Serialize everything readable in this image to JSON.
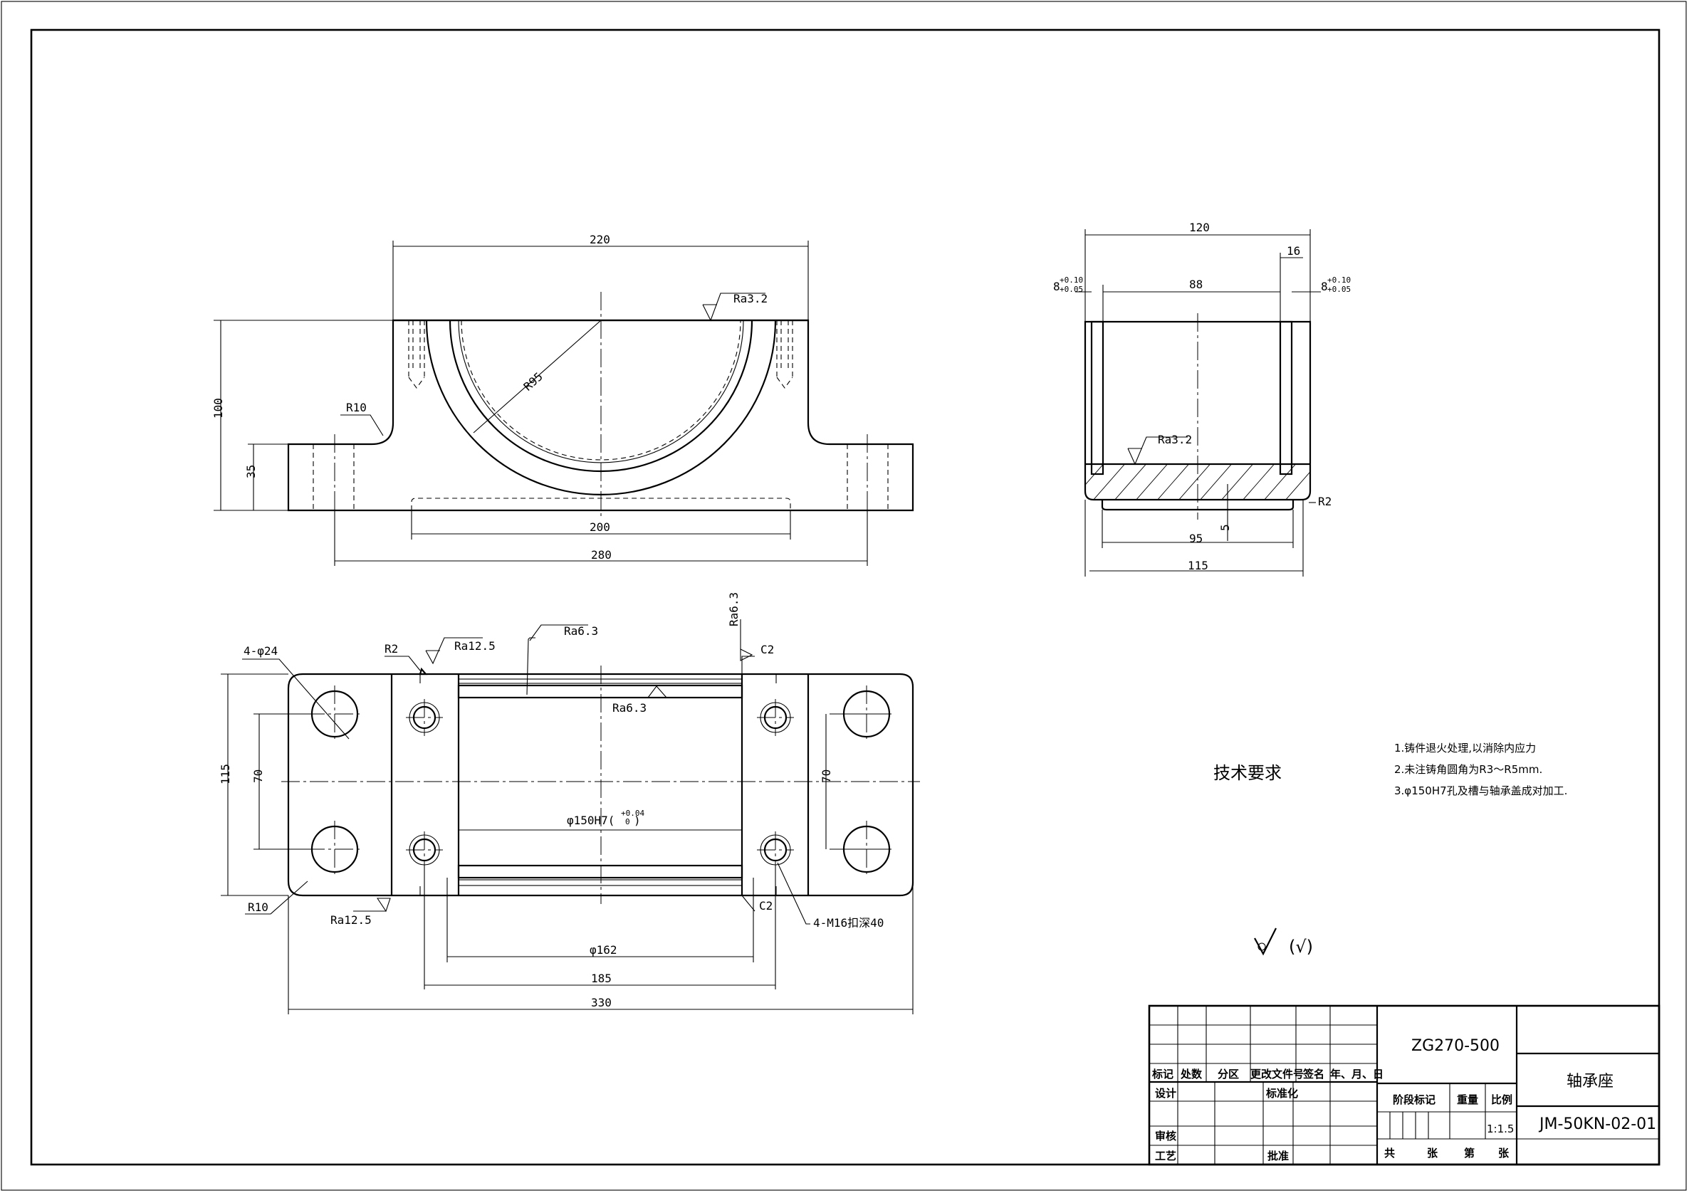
{
  "front_view": {
    "dim_width_top": "220",
    "dim_height": "100",
    "dim_base_height": "35",
    "dim_bottom_relief": "200",
    "dim_hole_spacing": "280",
    "radius_bore": "R95",
    "radius_fillet": "R10",
    "roughness_top": "Ra3.2"
  },
  "side_view": {
    "dim_total_width": "120",
    "dim_groove_width": "16",
    "dim_inner": "88",
    "dim_groove_depth_main": "8",
    "dim_groove_tol_upper": "+0.10",
    "dim_groove_tol_lower": "+0.05",
    "dim_base": "115",
    "dim_relief": "95",
    "dim_relief_depth": "5",
    "radius_corner": "R2",
    "roughness": "Ra3.2"
  },
  "top_view": {
    "dim_bolt_holes": "4-φ24",
    "dim_overall_width": "115",
    "dim_hole_spacing_left": "70",
    "dim_hole_spacing_right": "70",
    "dim_bore_main": "φ150H7(",
    "dim_bore_tol_upper": "+0.04",
    "dim_bore_tol_lower": "0",
    "dim_bore_close": ")",
    "dim_outer_bore": "φ162",
    "dim_thread_span": "185",
    "dim_overall_length": "330",
    "radius_r2": "R2",
    "radius_r10": "R10",
    "chamfer_top": "C2",
    "chamfer_bottom": "C2",
    "thread_holes": "4-M16扣深40",
    "roughness_a": "Ra12.5",
    "roughness_b": "Ra6.3",
    "roughness_c": "Ra6.3",
    "roughness_d": "Ra6.3",
    "roughness_e": "Ra12.5"
  },
  "tech_requirements": {
    "title": "技术要求",
    "items": [
      "1.铸件退火处理,以消除内应力",
      "2.未注铸角圆角为R3～R5mm.",
      "3.φ150H7孔及槽与轴承盖成对加工."
    ]
  },
  "general_roughness": "(√)",
  "title_block": {
    "material": "ZG270-500",
    "part_name": "轴承座",
    "drawing_no": "JM-50KN-02-01",
    "scale": "1:1.5",
    "headers": [
      "标记",
      "处数",
      "分区",
      "更改文件号",
      "签名",
      "年、月、日"
    ],
    "design": "设计",
    "standardization": "标准化",
    "review": "审核",
    "process": "工艺",
    "approve": "批准",
    "stage_mark": "阶段标记",
    "weight": "重量",
    "scale_label": "比例",
    "sheet_total": "共",
    "sheet_unit": "张",
    "sheet_num": "第",
    "sheet_unit2": "张"
  }
}
